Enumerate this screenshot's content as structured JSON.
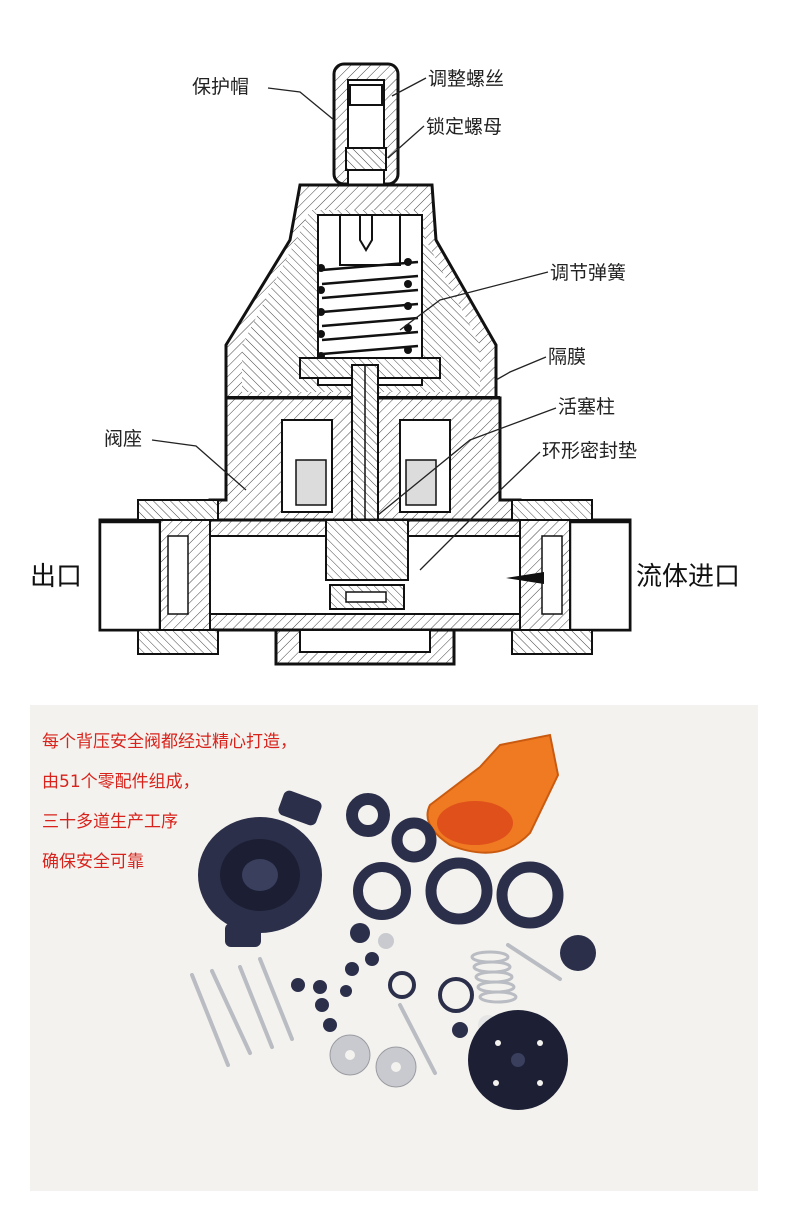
{
  "diagram": {
    "labels": {
      "protective_cap": "保护帽",
      "adjusting_screw": "调整螺丝",
      "lock_nut": "锁定螺母",
      "adjusting_spring": "调节弹簧",
      "diaphragm": "隔膜",
      "piston_rod": "活塞柱",
      "ring_gasket": "环形密封垫",
      "valve_seat": "阀座",
      "outlet": "出口",
      "fluid_inlet": "流体进口"
    }
  },
  "photo": {
    "caption_lines": [
      "每个背压安全阀都经过精心打造，",
      "由51个零配件组成，",
      "三十多道生产工序",
      "确保安全可靠"
    ],
    "colors": {
      "caption": "#d8221b",
      "parts_dark": "#2b2f4a",
      "parts_orange": "#f07a22",
      "metal": "#b9bcc2"
    }
  }
}
